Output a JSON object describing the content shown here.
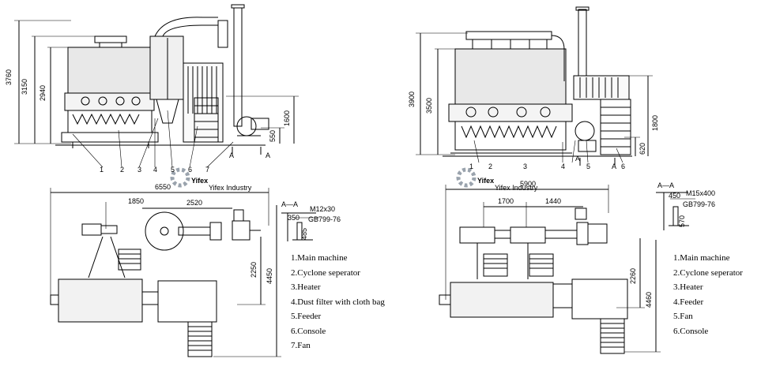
{
  "left": {
    "dims": {
      "d3760": "3760",
      "d3150": "3150",
      "d2940": "2940",
      "d1600": "1600",
      "d550": "550",
      "d6550": "6550",
      "d1850": "1850",
      "d2520": "2520",
      "d2250": "2250",
      "d4450": "4450",
      "d350": "350",
      "d485": "485"
    },
    "callouts": [
      "1",
      "2",
      "3",
      "4",
      "5",
      "6",
      "7"
    ],
    "section": {
      "label": "A—A",
      "bolt": "M12x30",
      "std": "GB799-76",
      "a1": "A",
      "a2": "A"
    },
    "legend": [
      "1.Main machine",
      "2.Cyclone seperator",
      "3.Heater",
      "4.Dust filter with cloth bag",
      "5.Feeder",
      "6.Console",
      "7.Fan"
    ]
  },
  "right": {
    "dims": {
      "d3900": "3900",
      "d3500": "3500",
      "d1800": "1800",
      "d620": "620",
      "d5900": "5900",
      "d1700": "1700",
      "d1440": "1440",
      "d2260": "2260",
      "d4460": "4460",
      "d450": "450",
      "d570": "570"
    },
    "callouts": [
      "1",
      "2",
      "3",
      "4",
      "5",
      "6"
    ],
    "section": {
      "label": "A—A",
      "bolt": "M15x400",
      "std": "GB799-76",
      "a1": "A",
      "a2": "A"
    },
    "legend": [
      "1.Main machine",
      "2.Cyclone seperator",
      "3.Heater",
      "4.Feeder",
      "5.Fan",
      "6.Console"
    ]
  },
  "watermark": {
    "brand": "Yifex",
    "sub": "Yifex Industry",
    "color": "#2a55a8",
    "gear_color": "#9aa3ad"
  }
}
